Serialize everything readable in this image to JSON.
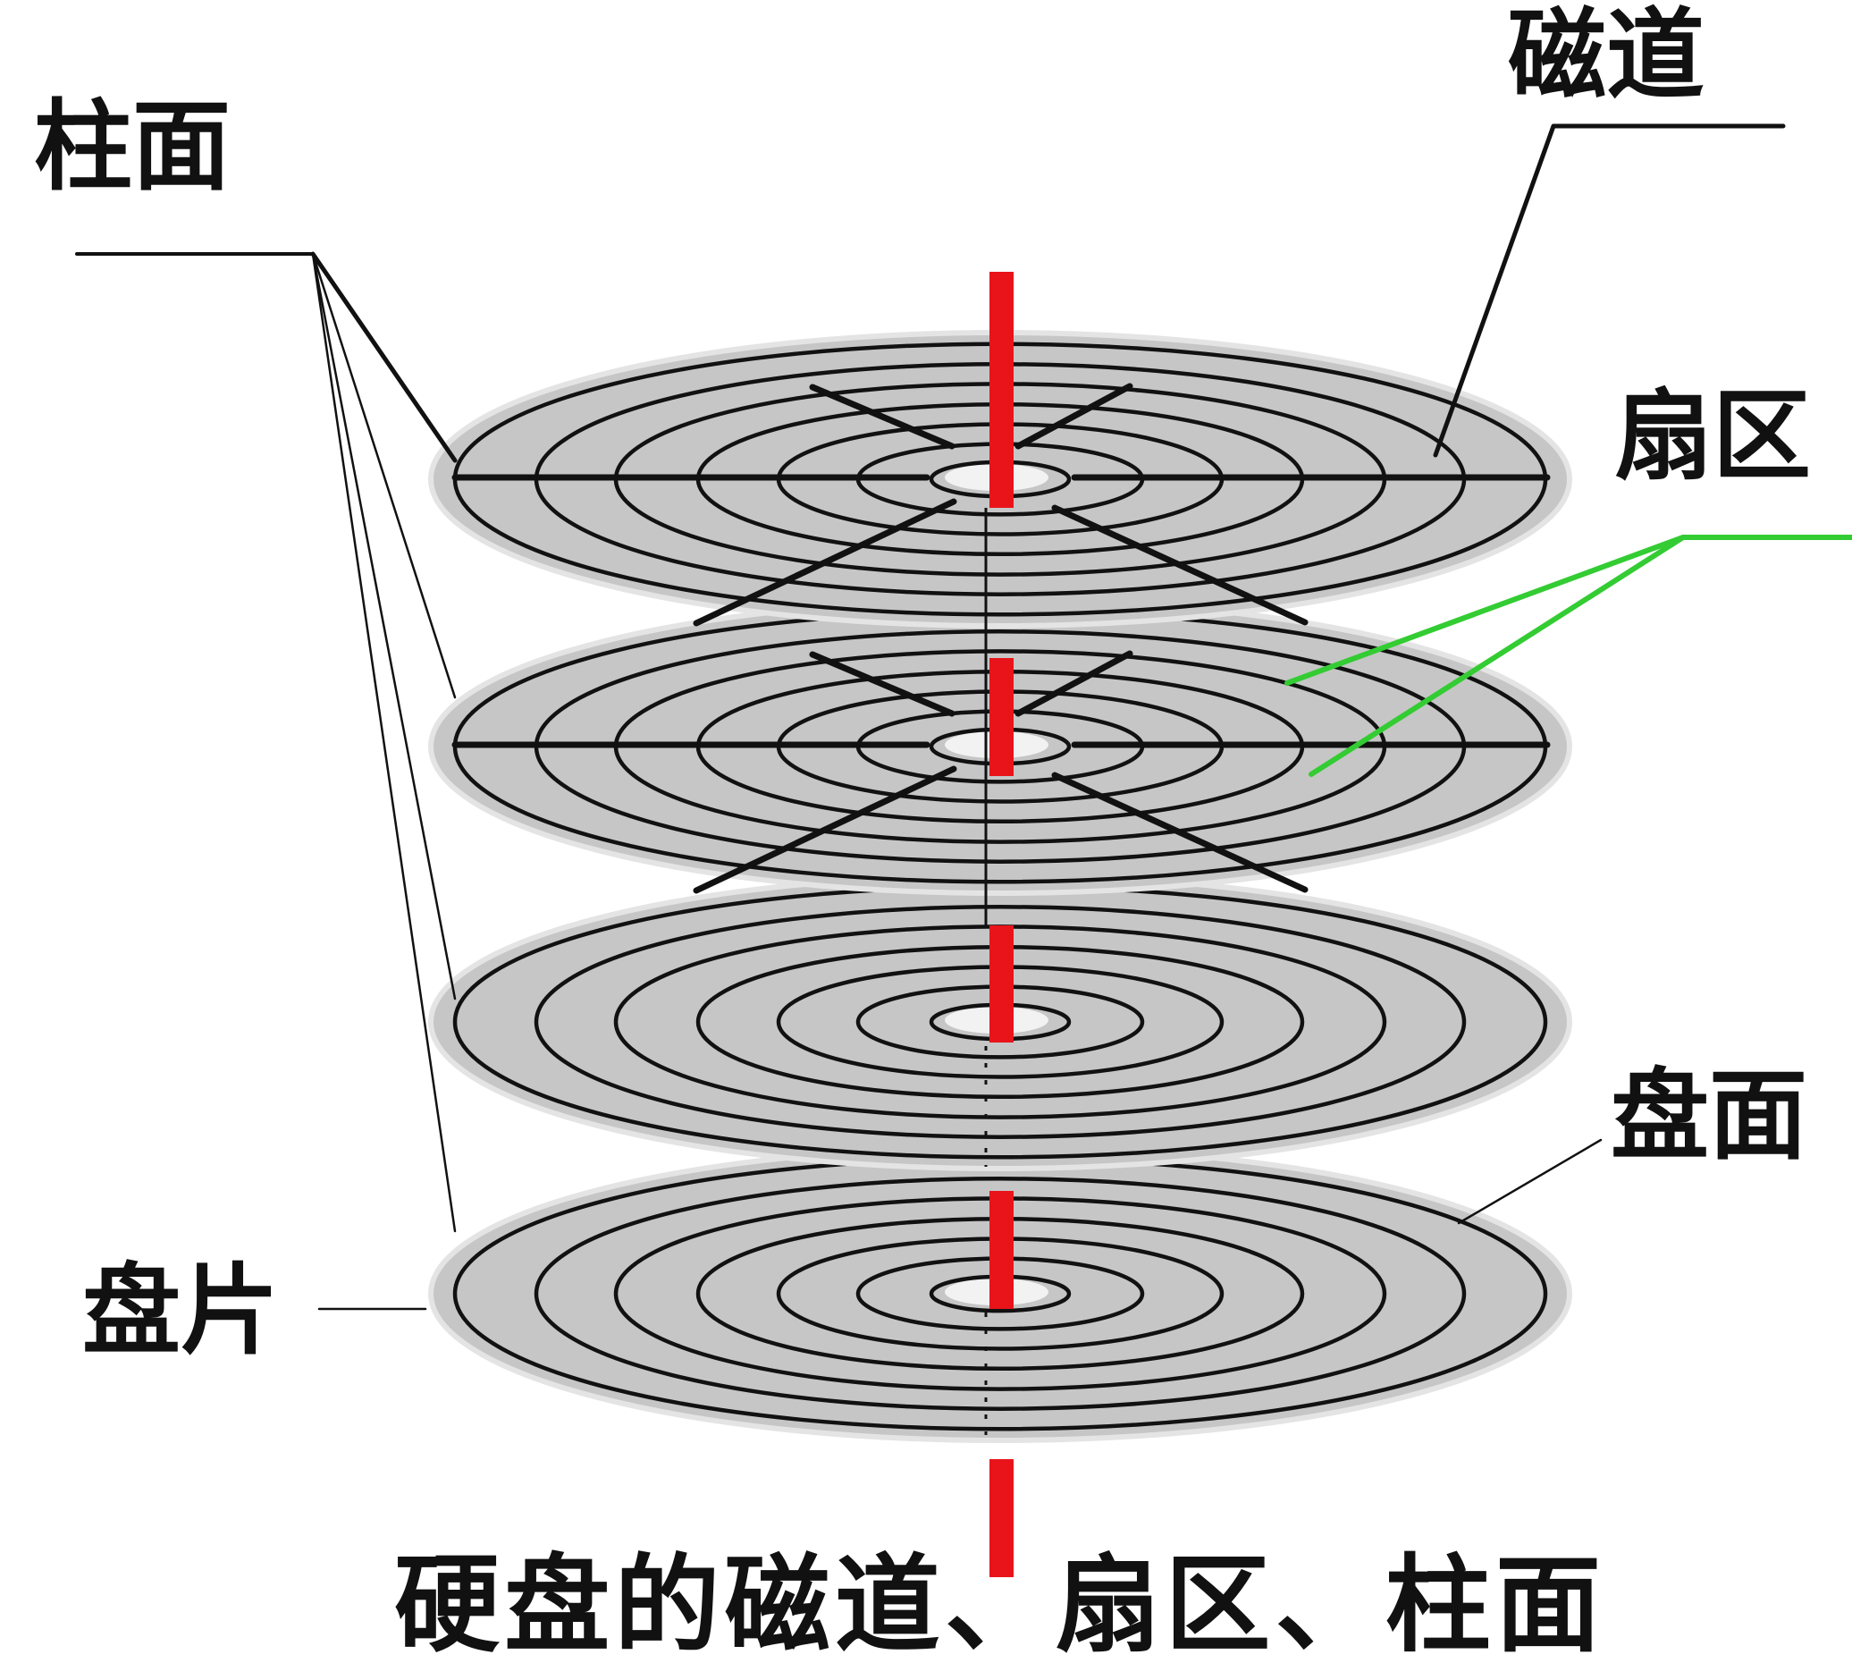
{
  "labels": {
    "track": "磁道",
    "cylinder": "柱面",
    "sector": "扇区",
    "surface": "盘面",
    "platter": "盘片"
  },
  "caption": "硬盘的磁道、扇区、柱面",
  "colors": {
    "spindle": "#e8141a",
    "sector_pointer": "#33cc33",
    "platter": "#c6c6c6",
    "track": "#111111"
  }
}
